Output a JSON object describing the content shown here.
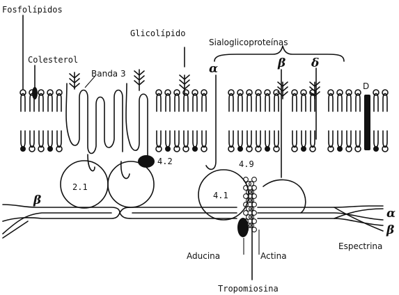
{
  "diagram": {
    "labels": {
      "fosfolipidos": "Fosfolípidos",
      "glicolipido": "Glicolípido",
      "sialoglicoproteinas": "Sialoglicoproteínas",
      "colesterol": "Colesterol",
      "banda3": "Banda 3",
      "d": "D",
      "label_4_2": "4.2",
      "label_2_1": "2.1",
      "label_4_9": "4.9",
      "label_4_1": "4.1",
      "aducina": "Aducina",
      "actina": "Actina",
      "espectrina": "Espectrina",
      "tropomiosina": "Tropomiosina"
    },
    "greek": {
      "alpha_top": "α",
      "beta_top": "β",
      "delta_top": "δ",
      "beta_left": "β",
      "alpha_right": "α",
      "beta_right": "β"
    },
    "colors": {
      "ink": "#111111",
      "background": "#ffffff"
    }
  }
}
